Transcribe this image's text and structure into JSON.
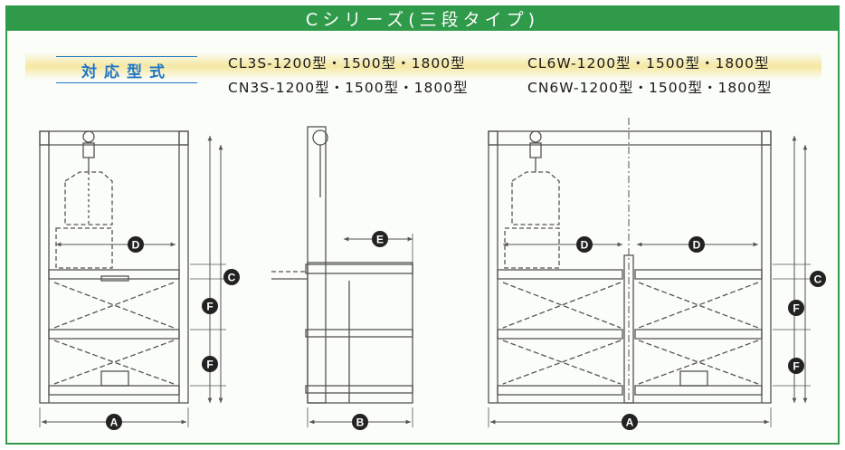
{
  "header": {
    "title": "Cシリーズ(三段タイプ)"
  },
  "models": {
    "label": "対応型式",
    "line1_left": "CL3S-1200型・1500型・1800型",
    "line1_right": "CL6W-1200型・1500型・1800型",
    "line2_left": "CN3S-1200型・1500型・1800型",
    "line2_right": "CN6W-1200型・1500型・1800型"
  },
  "dimensions": {
    "A": "A",
    "B": "B",
    "C": "C",
    "D": "D",
    "E": "E",
    "F": "F"
  },
  "colors": {
    "accent_green": "#2f9a4a",
    "accent_blue": "#1f77c4",
    "band": "#f6e9a8",
    "line": "#555555"
  }
}
